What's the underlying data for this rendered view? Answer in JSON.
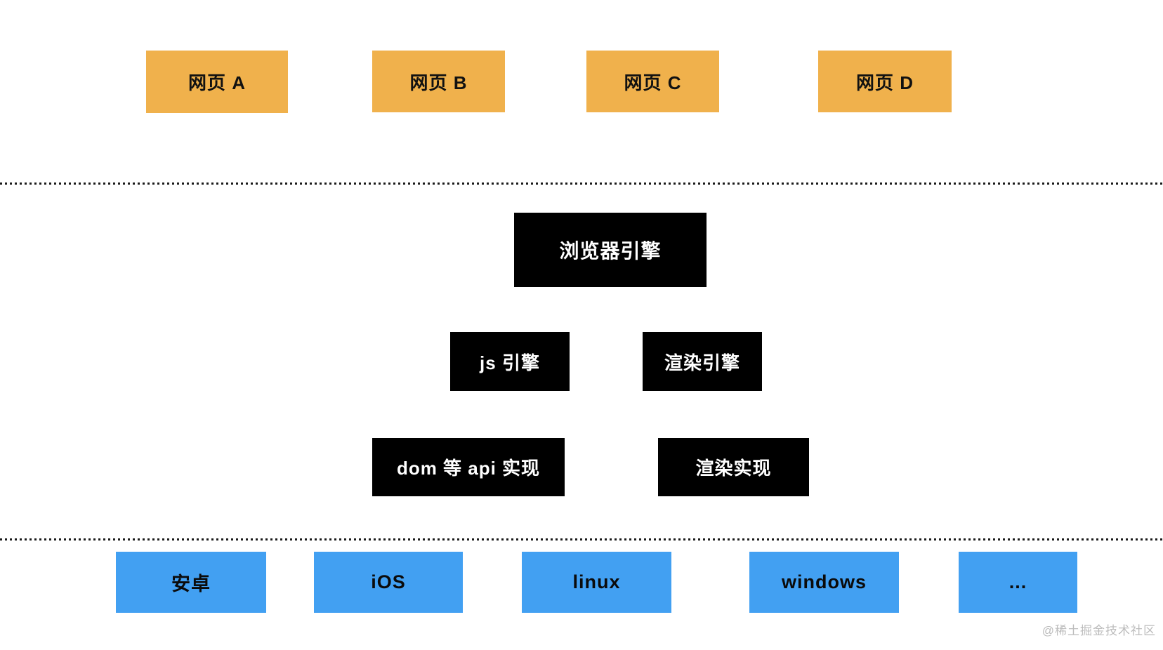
{
  "diagram": {
    "title": "browser-architecture-layers",
    "web_page_layer": {
      "items": [
        {
          "label": "网页 A"
        },
        {
          "label": "网页 B"
        },
        {
          "label": "网页 C"
        },
        {
          "label": "网页 D"
        }
      ]
    },
    "engine_layer": {
      "browser_engine": "浏览器引擎",
      "js_engine": "js 引擎",
      "render_engine": "渲染引擎",
      "dom_api_impl": "dom 等 api 实现",
      "render_impl": "渲染实现"
    },
    "os_layer": {
      "items": [
        {
          "label": "安卓"
        },
        {
          "label": "iOS"
        },
        {
          "label": "linux"
        },
        {
          "label": "windows"
        },
        {
          "label": "..."
        }
      ]
    },
    "watermark": "@稀土掘金技术社区",
    "colors": {
      "webpage_box": "#F0B14C",
      "engine_box": "#000000",
      "os_box": "#42A0F2",
      "dotted_line": "#1A1A1A",
      "watermark_text": "#BCBCBC"
    }
  }
}
